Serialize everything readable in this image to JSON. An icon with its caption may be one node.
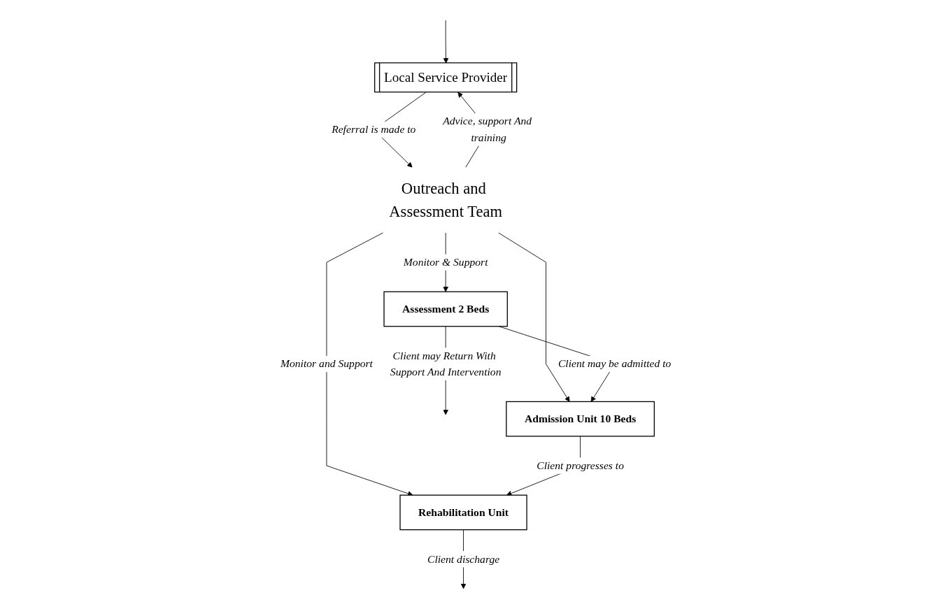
{
  "diagram": {
    "nodes": [
      {
        "text": [
          "Local Service Provider"
        ]
      },
      {
        "text": [
          "Outreach and Assessment Team"
        ]
      },
      {
        "text": [
          "Assessment 2 Beds"
        ]
      },
      {
        "text": [
          "Admission Unit 10 Beds"
        ]
      },
      {
        "text": [
          "Rehabilitation Unit"
        ]
      }
    ],
    "edges": [
      {
        "from": null,
        "to": 0,
        "arrow": "to"
      },
      {
        "from": 0,
        "to": 1,
        "arrow": "to",
        "label": "Referral is made to"
      },
      {
        "from": 1,
        "to": 0,
        "arrow": "to",
        "label": "Advice, support And training"
      },
      {
        "from": 1,
        "to": 2,
        "arrow": "to",
        "label": "Monitor & Support"
      },
      {
        "from": 1,
        "to": 3,
        "arrow": "to"
      },
      {
        "from": 1,
        "to": 4,
        "arrow": "to",
        "label": "Monitor and Support"
      },
      {
        "from": 2,
        "to": 3,
        "arrow": "to",
        "label": "Client may be admitted to"
      },
      {
        "from": 3,
        "to": 4,
        "arrow": "to",
        "label": "Client progresses to"
      },
      {
        "from": 2,
        "to": null,
        "arrow": "to",
        "label": "Client may Return With Support And Intervention"
      },
      {
        "from": 4,
        "to": null,
        "arrow": "to",
        "label": "Client discharge"
      }
    ]
  }
}
